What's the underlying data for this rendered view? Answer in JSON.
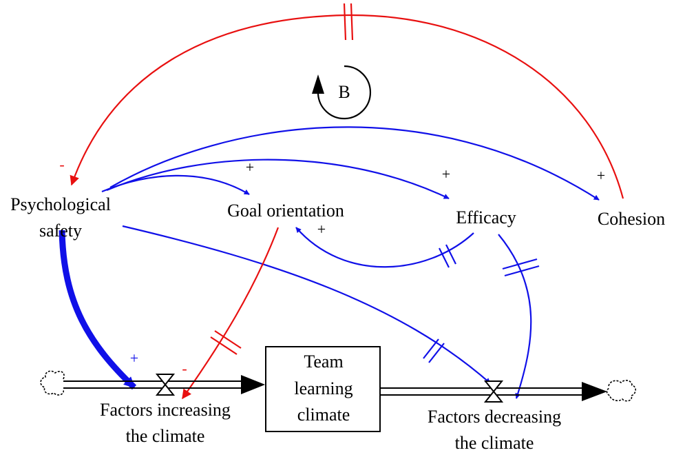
{
  "colors": {
    "positive_link": "#1010e8",
    "negative_link": "#e81010",
    "flow": "#000000"
  },
  "nodes": {
    "psych_safety": [
      "Psychological",
      "safety"
    ],
    "goal_orientation": "Goal orientation",
    "efficacy": "Efficacy",
    "cohesion": "Cohesion",
    "team_climate": [
      "Team",
      "learning",
      "climate"
    ],
    "factors_increasing": [
      "Factors increasing",
      "the climate"
    ],
    "factors_decreasing": [
      "Factors decreasing",
      "the climate"
    ]
  },
  "loop_label": "B",
  "signs": {
    "cohesion_to_safety_tail": "+",
    "cohesion_to_safety_head": "-",
    "safety_to_goal": "+",
    "safety_to_efficacy": "+",
    "efficacy_to_goal": "+",
    "safety_to_increasing": "+",
    "goal_to_increasing": "-"
  }
}
